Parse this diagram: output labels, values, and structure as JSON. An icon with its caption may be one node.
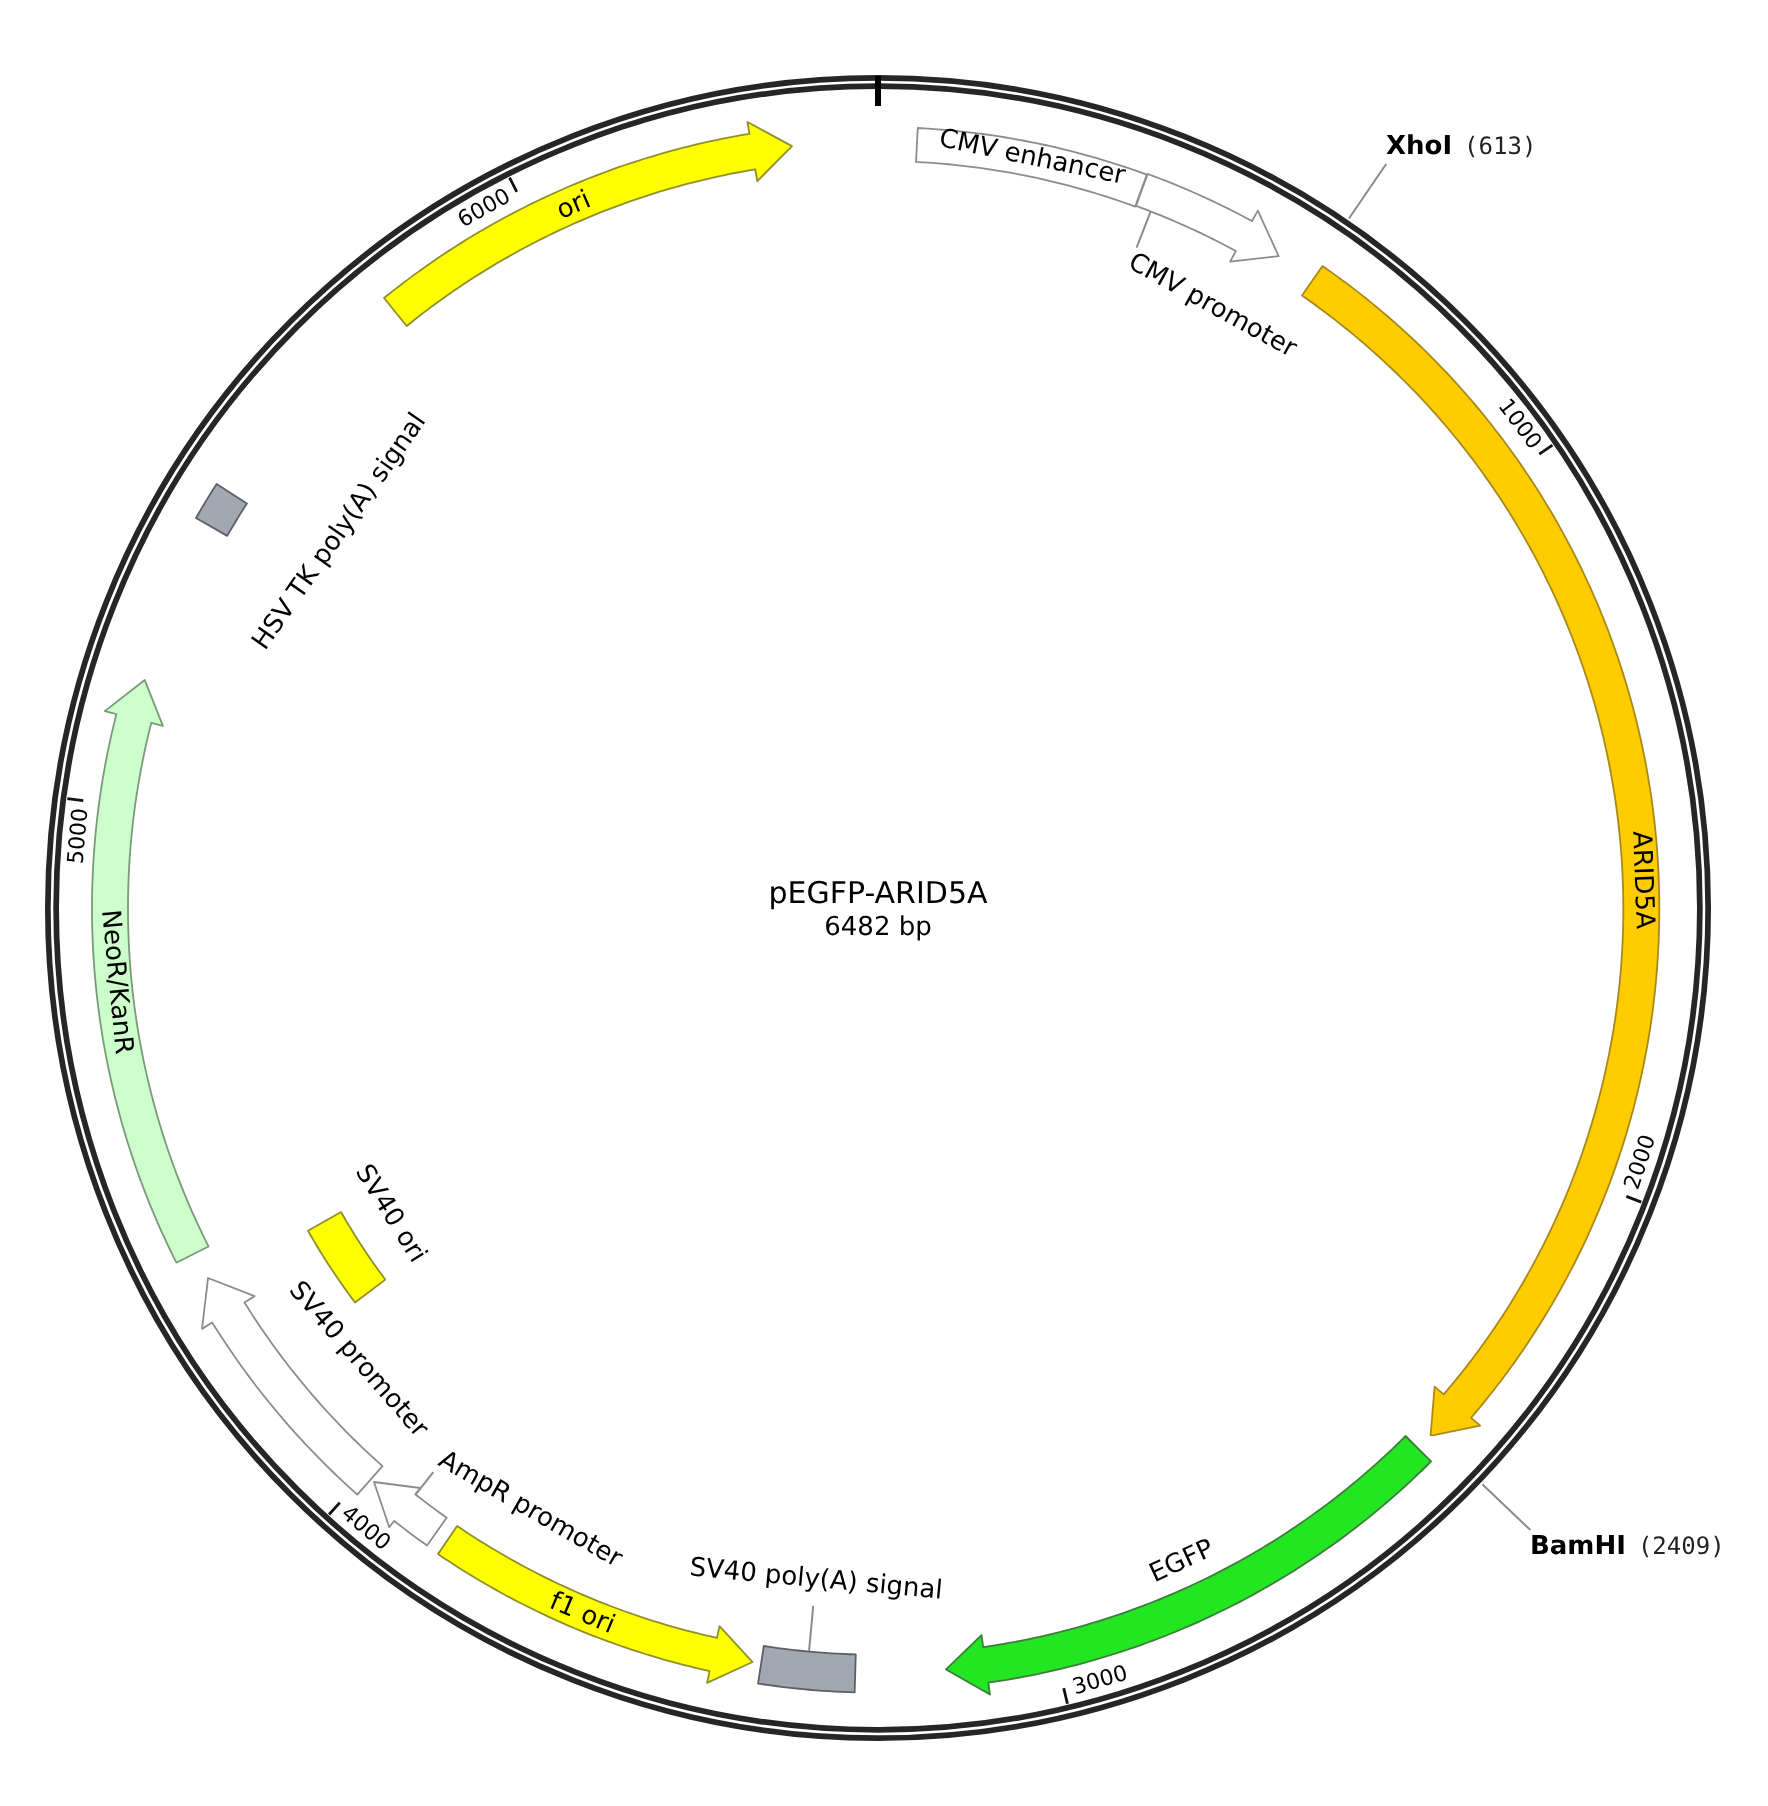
{
  "diagram": {
    "nodes": [
      {
        "text": [
          "pEGFP-ARID5A",
          "6482 bp"
        ]
      },
      {
        "text": [
          "CMV enhancer"
        ],
        "in": 0
      },
      {
        "text": [],
        "shape": "arrow",
        "in": 0
      },
      {
        "text": [
          "CMV promoter"
        ],
        "in": 0
      },
      {
        "text": [
          "XhoI",
          "(613)"
        ]
      },
      {
        "text": [
          "ARID5A"
        ],
        "in": 0
      },
      {
        "text": [
          "BamHI",
          "(2409)"
        ]
      },
      {
        "text": [],
        "shape": "arrow",
        "beside": [
          "EGFP"
        ],
        "in": 0
      },
      {
        "text": [
          "SV40 poly(A) signal"
        ],
        "in": 0
      },
      {
        "text": [],
        "shape": "box",
        "in": 0
      },
      {
        "text": [
          "f1 ori"
        ],
        "in": 0
      },
      {
        "text": [],
        "shape": "arrow",
        "in": 0
      },
      {
        "text": [
          "AmpR promoter"
        ],
        "in": 0
      },
      {
        "text": [],
        "shape": "arrow",
        "beside": [
          "SV40 promoter"
        ],
        "in": 0
      },
      {
        "text": [],
        "shape": "box",
        "beside": [
          "SV40 ori"
        ],
        "in": 0
      },
      {
        "text": [
          "NeoR/KanR"
        ],
        "in": 0
      },
      {
        "text": [],
        "shape": "box",
        "beside": [
          "HSV TK poly(A) signal"
        ],
        "in": 0
      },
      {
        "text": [
          "ori"
        ],
        "in": 0
      }
    ],
    "edges": [
      {
        "from": 3,
        "to": 2,
        "arrow": "none"
      },
      {
        "from": 4,
        "to": 0,
        "arrow": "none"
      },
      {
        "from": 6,
        "to": 0,
        "arrow": "none"
      },
      {
        "from": 8,
        "to": 9,
        "arrow": "none"
      },
      {
        "from": 12,
        "to": 11,
        "arrow": "none"
      }
    ],
    "labels": [
      "1000",
      "2000",
      "3000",
      "4000",
      "5000",
      "6000"
    ]
  }
}
